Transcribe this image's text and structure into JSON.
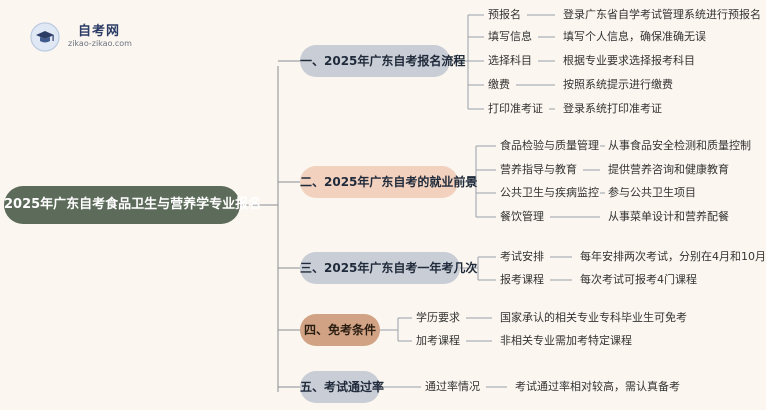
{
  "logo": {
    "title": "自考网",
    "url": "zikao-zikao.com"
  },
  "root": "2025年广东自考食品卫生与营养学专业报名",
  "branches": [
    {
      "id": "b1",
      "label": "一、2025年广东自考报名流程",
      "items": [
        {
          "k": "预报名",
          "v": "登录广东省自学考试管理系统进行预报名"
        },
        {
          "k": "填写信息",
          "v": "填写个人信息，确保准确无误"
        },
        {
          "k": "选择科目",
          "v": "根据专业要求选择报考科目"
        },
        {
          "k": "缴费",
          "v": "按照系统提示进行缴费"
        },
        {
          "k": "打印准考证",
          "v": "登录系统打印准考证"
        }
      ]
    },
    {
      "id": "b2",
      "label": "二、2025年广东自考的就业前景",
      "items": [
        {
          "k": "食品检验与质量管理",
          "v": "从事食品安全检测和质量控制"
        },
        {
          "k": "营养指导与教育",
          "v": "提供营养咨询和健康教育"
        },
        {
          "k": "公共卫生与疾病监控",
          "v": "参与公共卫生项目"
        },
        {
          "k": "餐饮管理",
          "v": "从事菜单设计和营养配餐"
        }
      ]
    },
    {
      "id": "b3",
      "label": "三、2025年广东自考一年考几次",
      "items": [
        {
          "k": "考试安排",
          "v": "每年安排两次考试，分别在4月和10月"
        },
        {
          "k": "报考课程",
          "v": "每次考试可报考4门课程"
        }
      ]
    },
    {
      "id": "b4",
      "label": "四、免考条件",
      "items": [
        {
          "k": "学历要求",
          "v": "国家承认的相关专业专科毕业生可免考"
        },
        {
          "k": "加考课程",
          "v": "非相关专业需加考特定课程"
        }
      ]
    },
    {
      "id": "b5",
      "label": "五、考试通过率",
      "items": [
        {
          "k": "通过率情况",
          "v": "考试通过率相对较高，需认真备考"
        }
      ]
    }
  ]
}
